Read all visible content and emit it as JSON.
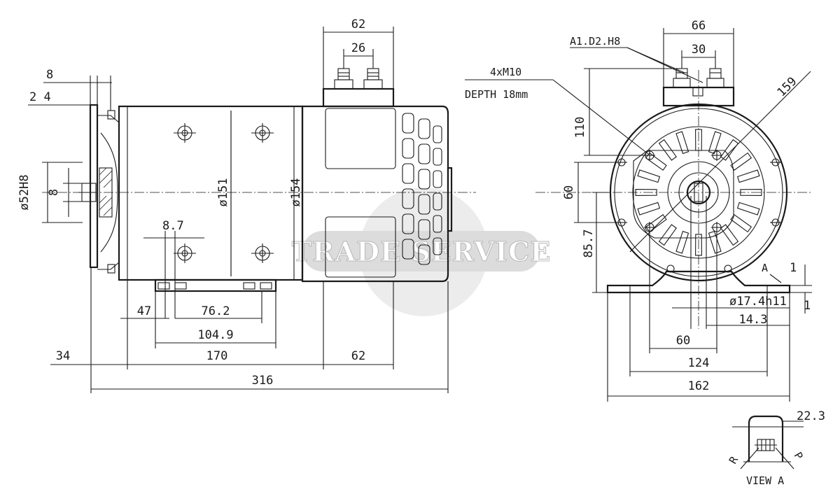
{
  "watermark": "TRADE SERVICE",
  "side_view": {
    "dims": {
      "d8": "8",
      "d24": "2 4",
      "d52": "ø52H8",
      "d8b": "8",
      "d8_7": "8.7",
      "d151": "ø151",
      "d154": "ø154",
      "d62_top": "62",
      "d26": "26",
      "d47": "47",
      "d76_2": "76.2",
      "d104_9": "104.9",
      "d34": "34",
      "d170": "170",
      "d62_bot": "62",
      "d316": "316"
    }
  },
  "end_view": {
    "dims": {
      "d66": "66",
      "d30": "30",
      "d159": "159",
      "d110": "110",
      "d60_v": "60",
      "d85_7": "85.7",
      "d17_4": "ø17.4h11",
      "d14_3": "14.3",
      "d60_h": "60",
      "d124": "124",
      "d162": "162",
      "d1a": "1",
      "d1b": "1",
      "d22_3": "22.3"
    },
    "notes": {
      "fit": "A1.D2.H8",
      "thread": "4xM10",
      "depth": "DEPTH 18mm",
      "view_mark": "A",
      "r_left": "R",
      "r_right": "P",
      "view_label": "VIEW A"
    }
  }
}
